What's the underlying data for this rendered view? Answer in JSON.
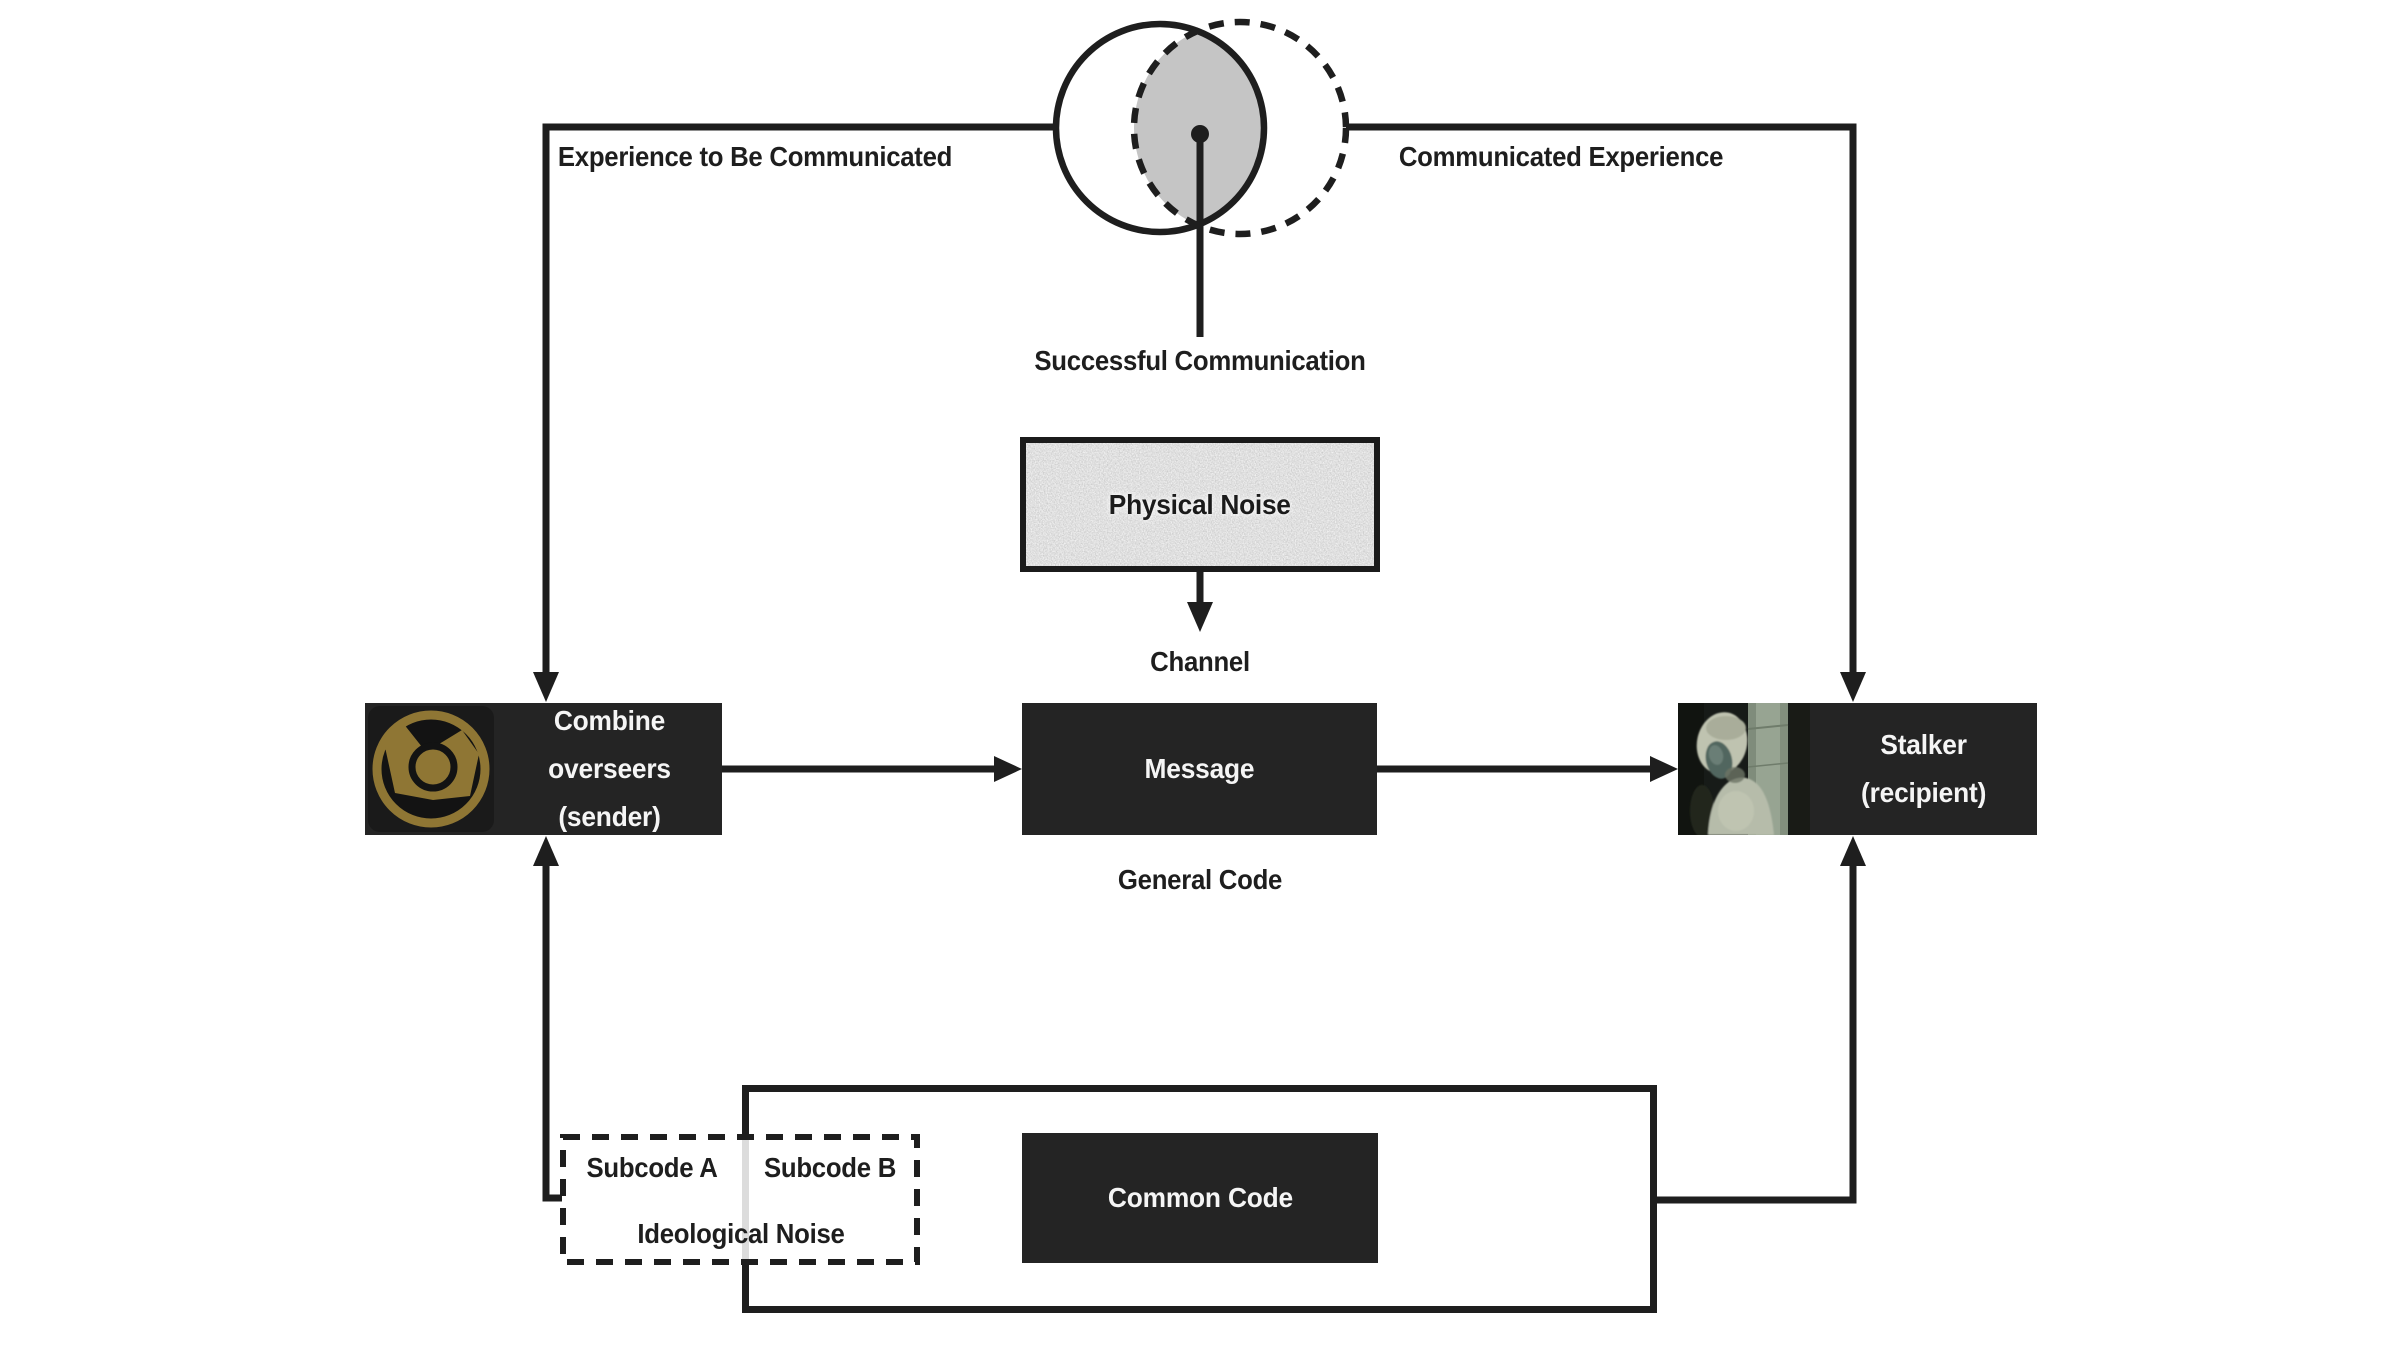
{
  "diagram": {
    "venn": {
      "left_label": "Experience to Be Communicated",
      "right_label": "Communicated Experience",
      "intersection_label": "Successful Communication"
    },
    "noise_box": {
      "label": "Physical Noise"
    },
    "channel_label": "Channel",
    "sender": {
      "line1": "Combine overseers",
      "line2": "(sender)",
      "icon": "combine-emblem"
    },
    "message": {
      "label": "Message"
    },
    "recipient": {
      "line1": "Stalker",
      "line2": "(recipient)",
      "icon": "stalker-photo"
    },
    "general_code_label": "General Code",
    "common_code": {
      "label": "Common Code"
    },
    "subcodes": {
      "a": "Subcode A",
      "b": "Subcode B",
      "noise_label": "Ideological Noise"
    },
    "colors": {
      "line": "#1e1e1e",
      "box_bg": "#242424",
      "box_text": "#f5f5f5",
      "venn_intersection_fill": "#c5c5c5",
      "combine_gold": "#8f7634"
    }
  }
}
